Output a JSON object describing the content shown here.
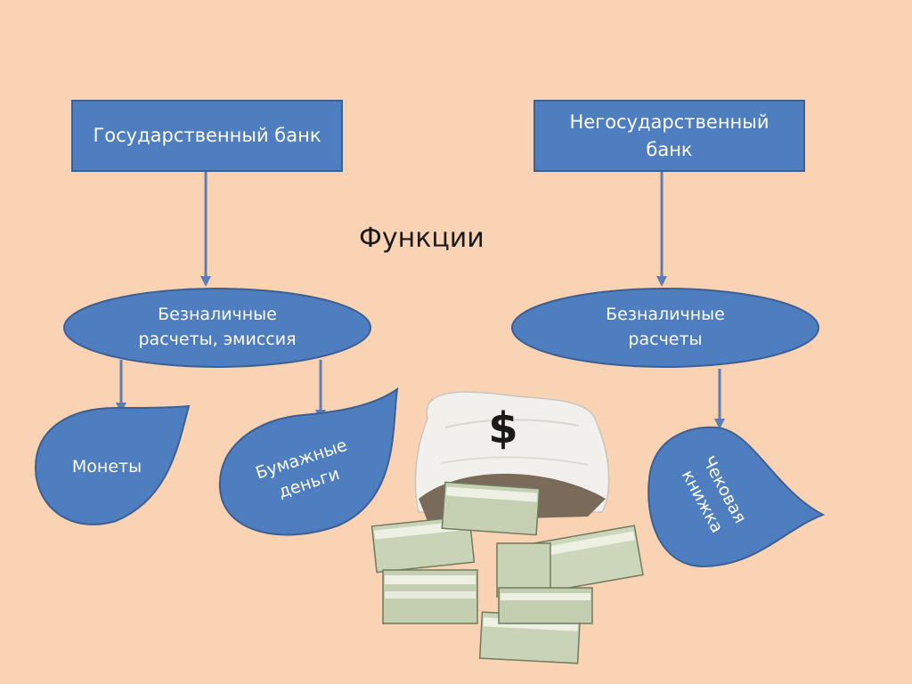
{
  "colors": {
    "background": "#f9d3b3",
    "shape_fill": "#4f7ec0",
    "shape_border": "#3d5f93",
    "arrow": "#5b7fb4"
  },
  "nodes": {
    "state_bank": "Государственный банк",
    "nonstate_bank_line1": "Негосударственный",
    "nonstate_bank_line2": "банк",
    "functions_title": "Функции",
    "left_ellipse_line1": "Безналичные",
    "left_ellipse_line2": "расчеты, эмиссия",
    "right_ellipse_line1": "Безналичные",
    "right_ellipse_line2": "расчеты",
    "coins": "Монеты",
    "paper_money_line1": "Бумажные",
    "paper_money_line2": "деньги",
    "checkbook_line1": "Чековая",
    "checkbook_line2": "книжка"
  },
  "illustration": {
    "icon": "money-bag-icon",
    "symbol": "$"
  }
}
